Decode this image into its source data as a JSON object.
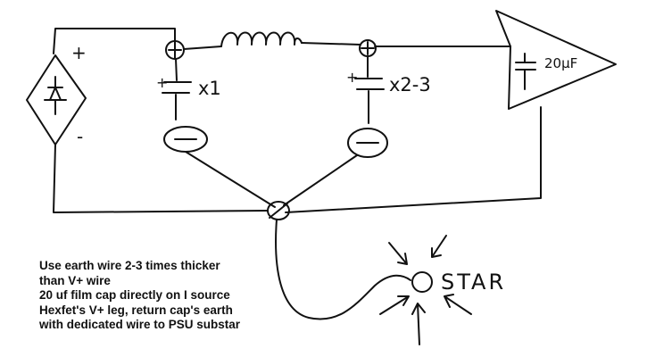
{
  "diagram": {
    "labels": {
      "bridge_plus": "+",
      "bridge_minus": "-",
      "cap1_plus": "+",
      "cap2_plus": "+",
      "cap1_multiplier": "x1",
      "cap2_multiplier": "x2-3",
      "film_cap_value": "20μF",
      "star": "STAR"
    },
    "icons": {
      "bridge_rectifier": "diode-bridge-icon",
      "inductor": "choke-coil-icon",
      "capacitor": "capacitor-icon",
      "star_point": "star-ground-icon"
    },
    "stroke_color": "#111111"
  },
  "notes": {
    "line1": "Use earth wire 2-3 times thicker",
    "line2": "than V+ wire",
    "line3": "20 uf film cap directly on  I source",
    "line4": "Hexfet's V+ leg, return cap's earth",
    "line5": "with dedicated wire to PSU substar"
  }
}
